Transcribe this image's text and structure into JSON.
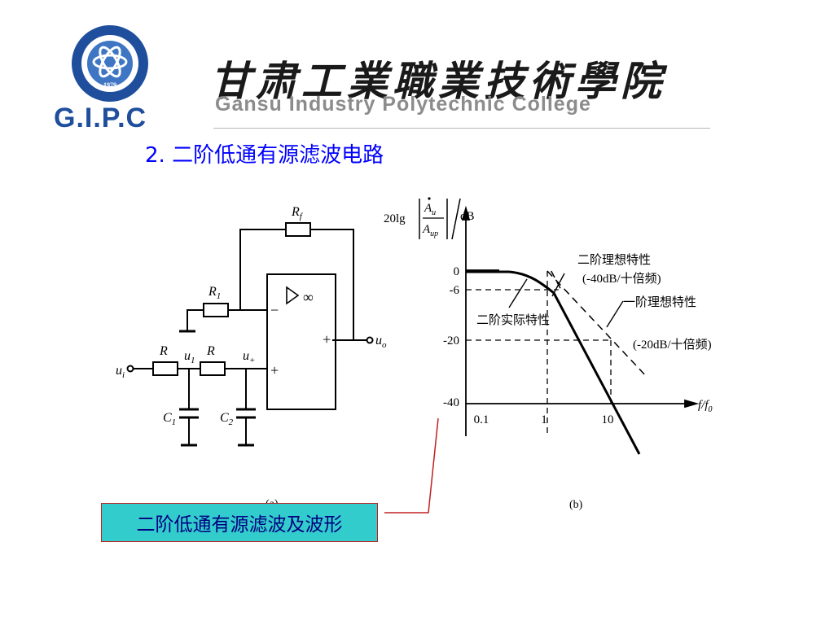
{
  "header": {
    "logo_abbr": "G.I.P.C",
    "logo_year": "1979",
    "college_name_cn": "甘肃工業職業技術學院",
    "college_name_en": "Gansu Industry Polytechnic College"
  },
  "slide": {
    "title": "2. 二阶低通有源滤波电路",
    "caption": "二阶低通有源滤波及波形"
  },
  "circuit": {
    "label_Rf": "R",
    "label_Rf_sub": "f",
    "label_R1": "R",
    "label_R1_sub": "1",
    "label_R_a": "R",
    "label_R_b": "R",
    "label_u1": "u",
    "label_u1_sub": "1",
    "label_ui": "u",
    "label_ui_sub": "i",
    "label_uplus": "u",
    "label_uplus_sub": "+",
    "label_uo": "u",
    "label_uo_sub": "o",
    "label_C1": "C",
    "label_C1_sub": "1",
    "label_C2": "C",
    "label_C2_sub": "2",
    "opamp_inf": "∞",
    "minus": "−",
    "plus_in": "+",
    "plus_out": "+",
    "panel_label": "(a)"
  },
  "bode": {
    "ylabel_prefix": "20lg",
    "ylabel_num": "A",
    "ylabel_num_sub": "u",
    "ylabel_den": "A",
    "ylabel_den_sub": "up",
    "ylabel_unit": "dB",
    "y_ticks": [
      "0",
      "-6",
      "-20",
      "-40"
    ],
    "x_ticks": [
      "0.1",
      "1",
      "10"
    ],
    "xlabel": "f/f",
    "xlabel_sub": "0",
    "ann_second_ideal": "二阶理想特性",
    "ann_second_slope": "(-40dB/十倍频)",
    "ann_first_ideal": "一阶理想特性",
    "ann_first_slope": "(-20dB/十倍频)",
    "ann_second_actual": "二阶实际特性",
    "panel_label": "(b)"
  },
  "colors": {
    "title_blue": "#0000ff",
    "logo_blue": "#1f4f9c",
    "caption_bg": "#33cccc",
    "caption_text": "#000080",
    "leader_red": "#c02020"
  }
}
